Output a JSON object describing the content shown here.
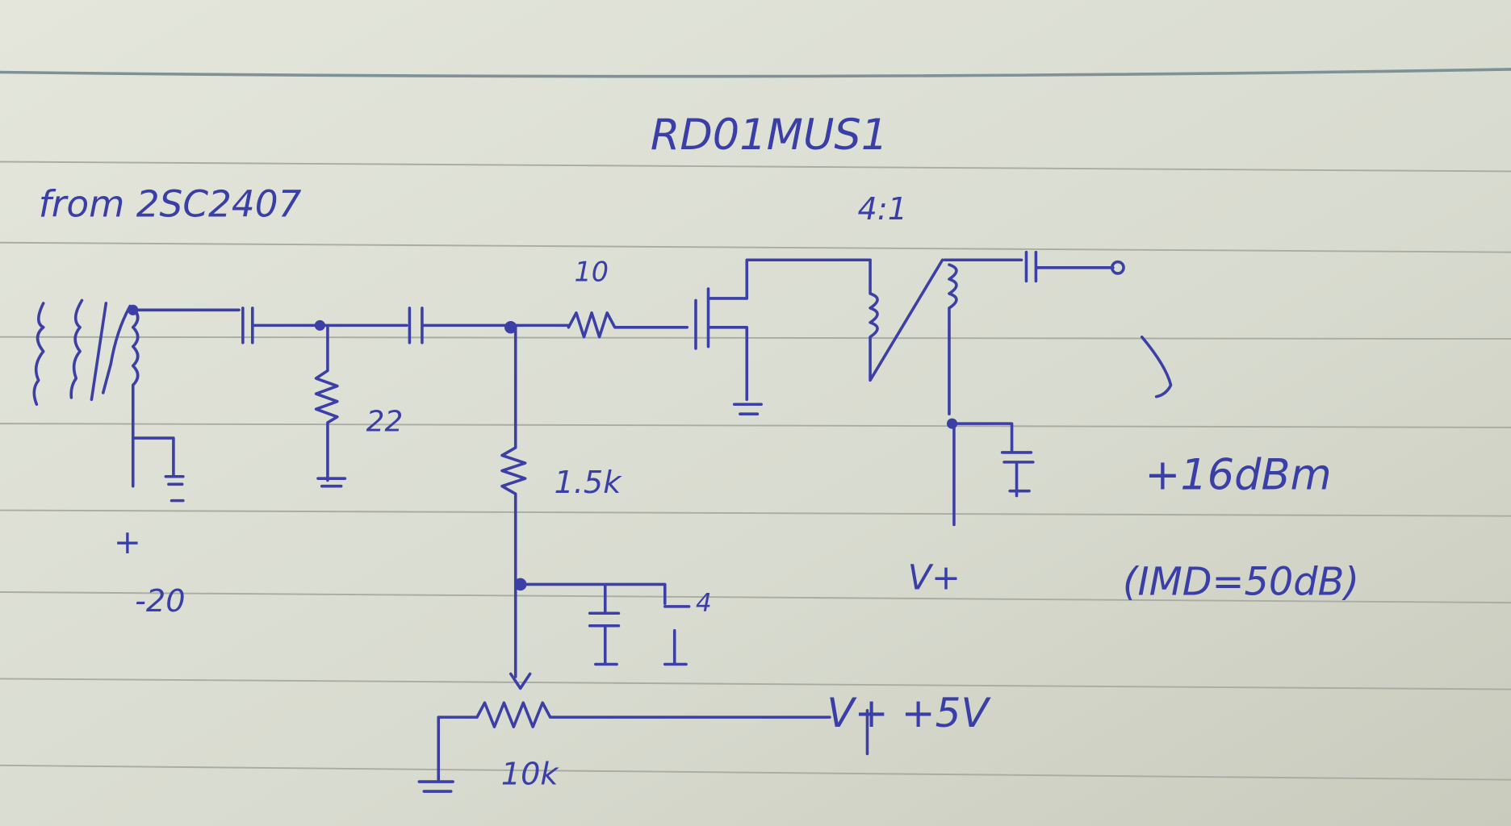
{
  "title": "RD01MUS1",
  "source_note": "from 2SC2407",
  "transformer_ratio": "4:1",
  "labels": {
    "gate_resistor": "10",
    "shunt_resistor": "22",
    "bias_resistor": "1.5k",
    "pot": "10k",
    "supply": "V+ +5V",
    "drain_supply": "V+",
    "input_plus": "+",
    "input_level": "-20",
    "cap_note": "4",
    "output_power": "+16dBm",
    "imd": "(IMD=50dB)"
  },
  "colors": {
    "ink": "#3b3fa6",
    "paper": "#d9dccf",
    "rule": "#a9aca3"
  }
}
